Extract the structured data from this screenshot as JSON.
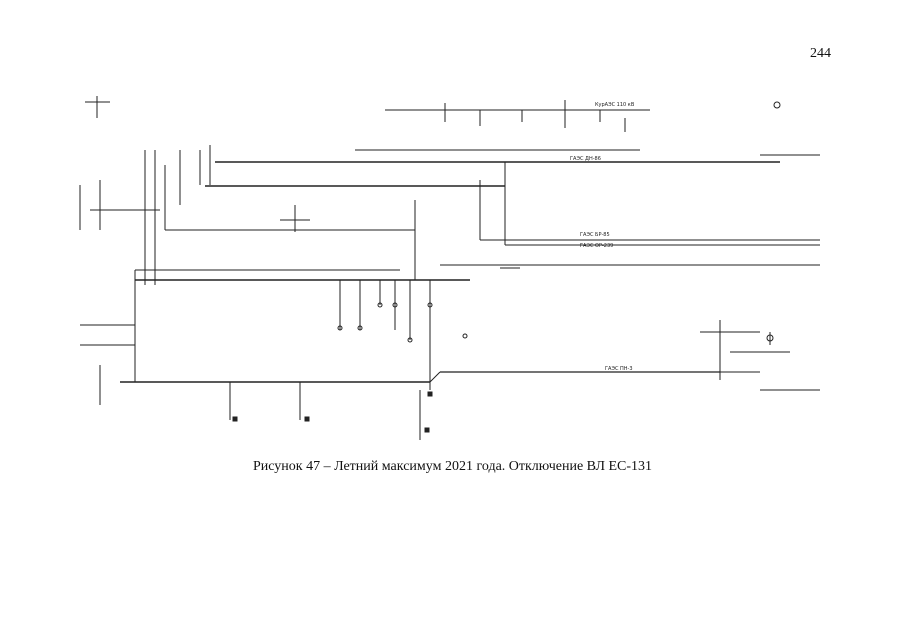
{
  "page": {
    "number": "244"
  },
  "figure": {
    "caption": "Рисунок 47 – Летний максимум 2021 года. Отключение ВЛ ЕС-131"
  },
  "scheme_labels": {
    "top_right_bus": "КурАЭС 110 кВ",
    "line_1": "ГАЭС ДН-86",
    "line_2": "ГАЭС БР-85",
    "line_3": "ГАЭС ОР-239",
    "line_4": "ГАЭС ПН-3"
  }
}
